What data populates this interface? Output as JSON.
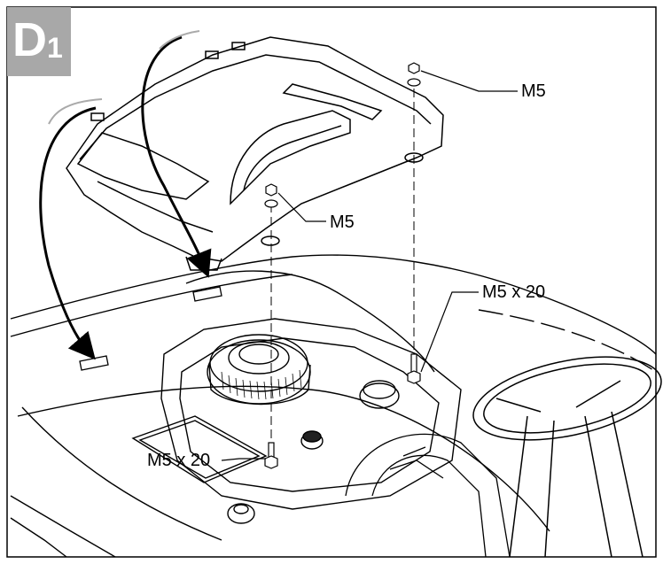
{
  "step": {
    "letter": "D",
    "number": "1"
  },
  "callouts": {
    "nut_top_right": "M5",
    "nut_center": "M5",
    "bolt_right": "M5 x 20",
    "bolt_left": "M5 x 20"
  },
  "colors": {
    "badge": "#a8a8a8",
    "line": "#000000",
    "background": "#ffffff"
  }
}
